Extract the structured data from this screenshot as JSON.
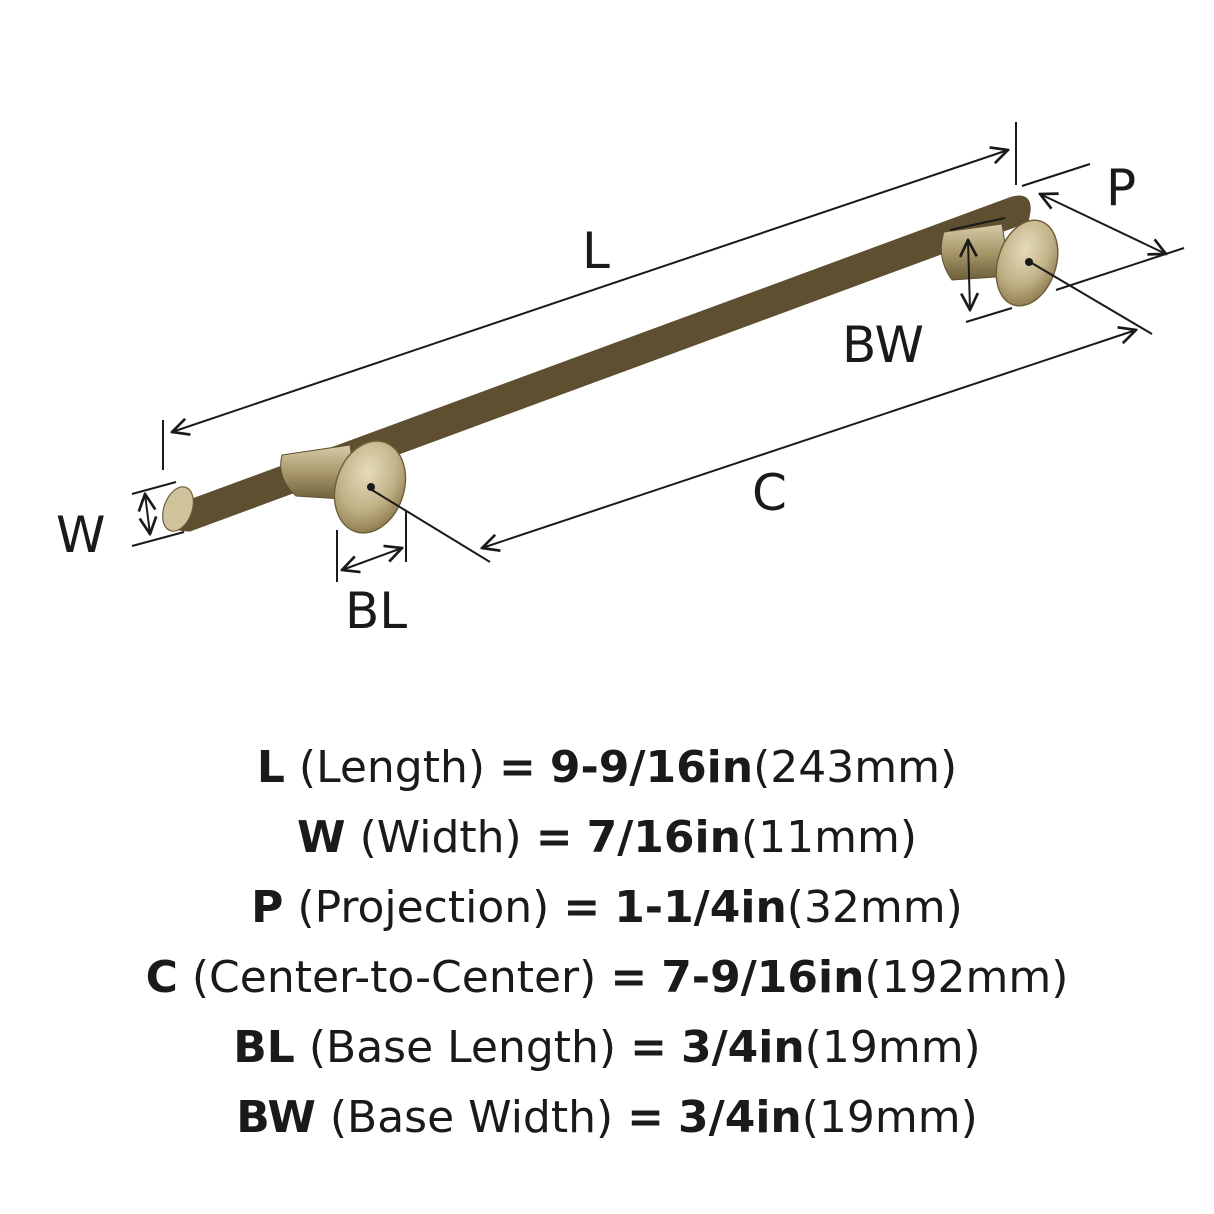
{
  "labels": {
    "L": "L",
    "P": "P",
    "BW": "BW",
    "C": "C",
    "W": "W",
    "BL": "BL"
  },
  "colors": {
    "finish_light": "#d9cfae",
    "finish_mid": "#b3a47a",
    "finish_dark": "#6e5f3c",
    "line": "#1a1a1a"
  },
  "specs": [
    {
      "abbr": "L",
      "name": "(Length)",
      "eq": "=",
      "imperial": "9-9/16in",
      "metric": "(243mm)"
    },
    {
      "abbr": "W",
      "name": "(Width)",
      "eq": "=",
      "imperial": "7/16in",
      "metric": "(11mm)"
    },
    {
      "abbr": "P",
      "name": "(Projection)",
      "eq": "=",
      "imperial": "1-1/4in",
      "metric": "(32mm)"
    },
    {
      "abbr": "C",
      "name": "(Center-to-Center)",
      "eq": "=",
      "imperial": "7-9/16in",
      "metric": "(192mm)"
    },
    {
      "abbr": "BL",
      "name": "(Base Length)",
      "eq": "=",
      "imperial": "3/4in",
      "metric": "(19mm)"
    },
    {
      "abbr": "BW",
      "name": "(Base Width)",
      "eq": "=",
      "imperial": "3/4in",
      "metric": "(19mm)"
    }
  ]
}
